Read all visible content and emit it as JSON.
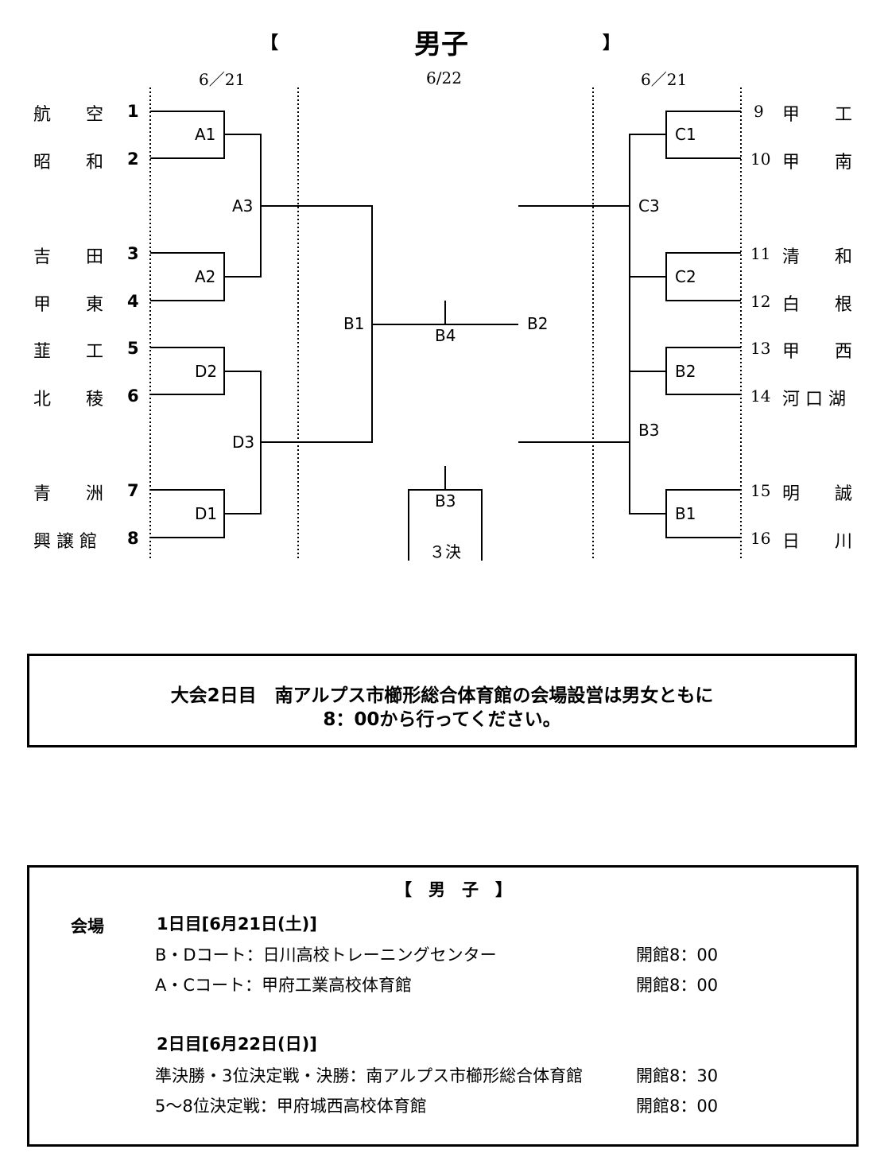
{
  "header": {
    "bracket_open": "【",
    "title": "男子",
    "bracket_close": "】",
    "date_left": "6／21",
    "date_center": "6/22",
    "date_right": "6／21"
  },
  "left_teams": [
    {
      "name": "航　　空",
      "seed": "1"
    },
    {
      "name": "昭　　和",
      "seed": "2"
    },
    {
      "name": "吉　　田",
      "seed": "3"
    },
    {
      "name": "甲　　東",
      "seed": "4"
    },
    {
      "name": "韮　　工",
      "seed": "5"
    },
    {
      "name": "北　　稜",
      "seed": "6"
    },
    {
      "name": "青　　洲",
      "seed": "7"
    },
    {
      "name": "興 譲 館",
      "seed": "8"
    }
  ],
  "right_teams": [
    {
      "seed": "9",
      "name": "甲　　工"
    },
    {
      "seed": "10",
      "name": "甲　　南"
    },
    {
      "seed": "11",
      "name": "清　　和"
    },
    {
      "seed": "12",
      "name": "白　　根"
    },
    {
      "seed": "13",
      "name": "甲　　西"
    },
    {
      "seed": "14",
      "name": "河 口 湖"
    },
    {
      "seed": "15",
      "name": "明　　誠"
    },
    {
      "seed": "16",
      "name": "日　　川"
    }
  ],
  "matches": {
    "a1": "A1",
    "a2": "A2",
    "a3": "A3",
    "d2": "D2",
    "d3": "D3",
    "d1": "D1",
    "b1_left": "B1",
    "b4": "B4",
    "b2_center": "B2",
    "b3_center": "B3",
    "third_place": "３決",
    "c1": "C1",
    "c3": "C3",
    "c2": "C2",
    "b2_right": "B2",
    "b3_right": "B3",
    "b1_right": "B1"
  },
  "notice": {
    "line1": "大会2日目　南アルプス市櫛形総合体育館の会場設営は男女ともに",
    "line2": "8：00から行ってください。"
  },
  "schedule": {
    "title": "【　男　子　】",
    "venue_label": "会場",
    "day1_heading": "1日目[6月21日(土)]",
    "day1_rows": [
      {
        "venue": "B・Dコート：日川高校トレーニングセンター",
        "open": "開館8：00"
      },
      {
        "venue": "A・Cコート：甲府工業高校体育館",
        "open": "開館8：00"
      }
    ],
    "day2_heading": "2日目[6月22日(日)]",
    "day2_rows": [
      {
        "venue": "準決勝・3位決定戦・決勝：南アルプス市櫛形総合体育館",
        "open": "開館8：30"
      },
      {
        "venue": "5～8位決定戦：甲府城西高校体育館",
        "open": "開館8：00"
      }
    ]
  }
}
